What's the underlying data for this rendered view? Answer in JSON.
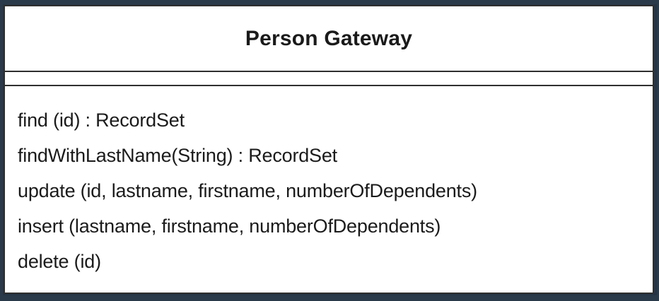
{
  "class_box": {
    "name": "Person Gateway",
    "attributes": [],
    "operations": [
      "find (id) : RecordSet",
      "findWithLastName(String) : RecordSet",
      "update (id, lastname, firstname, numberOfDependents)",
      "insert (lastname, firstname, numberOfDependents)",
      "delete (id)"
    ]
  }
}
